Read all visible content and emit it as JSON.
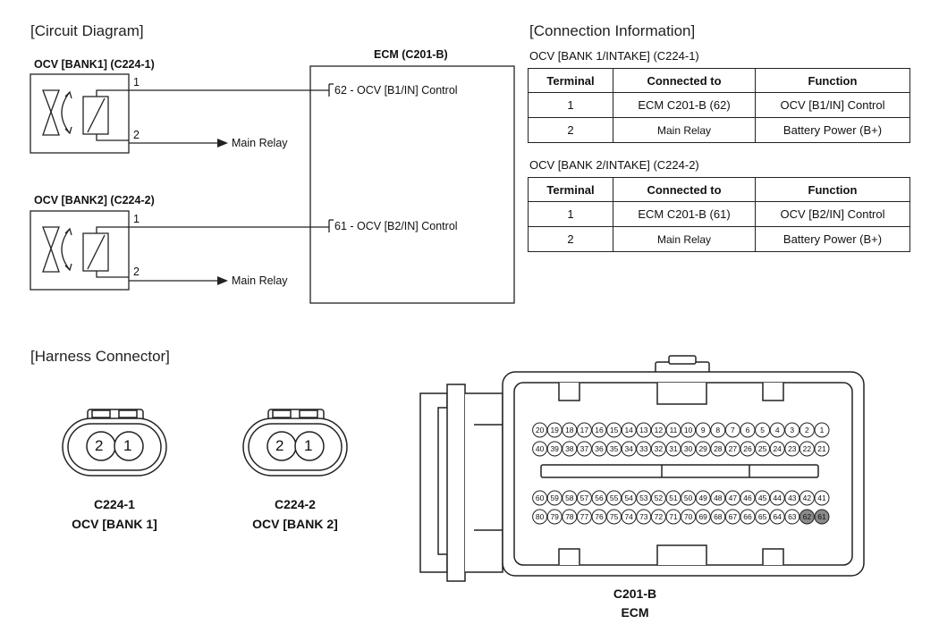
{
  "sections": {
    "circuit": "[Circuit Diagram]",
    "connection": "[Connection Information]",
    "harness": "[Harness Connector]"
  },
  "circuit": {
    "ocv1_label": "OCV [BANK1] (C224-1)",
    "ocv2_label": "OCV [BANK2] (C224-2)",
    "ecm_label": "ECM (C201-B)",
    "pin1": "1",
    "pin2": "2",
    "ecm_pin_b1": "62 - OCV [B1/IN] Control",
    "ecm_pin_b2": "61 - OCV [B2/IN] Control",
    "main_relay": "Main Relay"
  },
  "tables": [
    {
      "title": "OCV [BANK 1/INTAKE] (C224-1)",
      "headers": [
        "Terminal",
        "Connected to",
        "Function"
      ],
      "rows": [
        [
          "1",
          "ECM C201-B (62)",
          "OCV [B1/IN] Control"
        ],
        [
          "2",
          "Main Relay",
          "Battery Power (B+)"
        ]
      ]
    },
    {
      "title": "OCV [BANK 2/INTAKE] (C224-2)",
      "headers": [
        "Terminal",
        "Connected to",
        "Function"
      ],
      "rows": [
        [
          "1",
          "ECM C201-B (61)",
          "OCV [B2/IN] Control"
        ],
        [
          "2",
          "Main Relay",
          "Battery Power (B+)"
        ]
      ]
    }
  ],
  "connectors": {
    "c1_id": "C224-1",
    "c1_name": "OCV [BANK 1]",
    "c2_id": "C224-2",
    "c2_name": "OCV [BANK 2]",
    "pin_left": "2",
    "pin_right": "1",
    "ecm_id": "C201-B",
    "ecm_name": "ECM",
    "ecm_highlighted_pins": [
      61,
      62
    ],
    "ecm_highlight_color": "#8a8a8a"
  }
}
